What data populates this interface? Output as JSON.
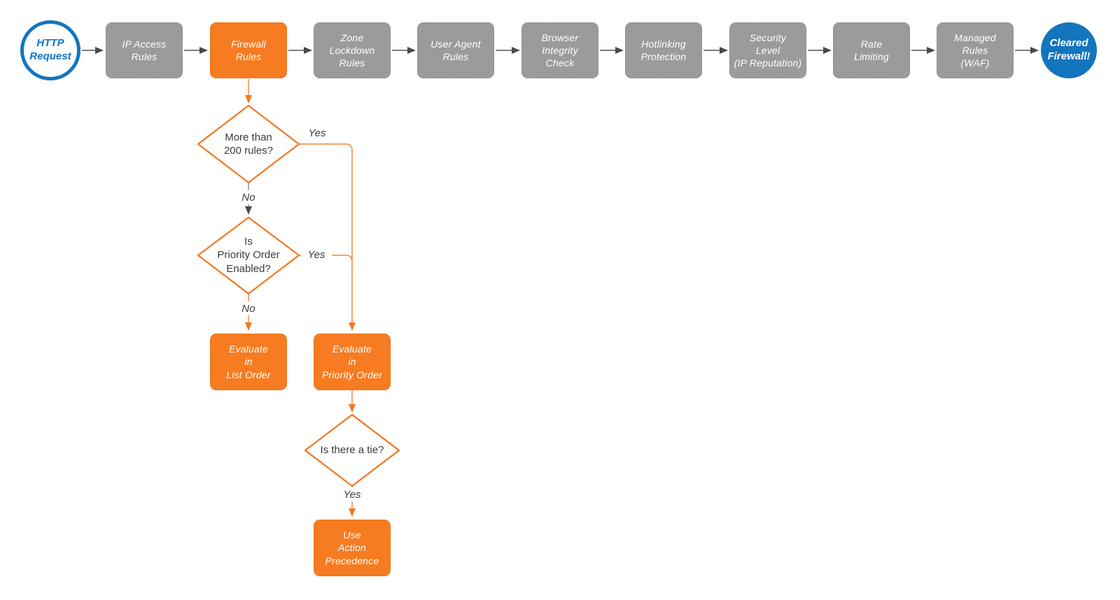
{
  "colors": {
    "blue": "#1375BD",
    "gray_box": "#9B9B9B",
    "orange": "#F77B21",
    "line_gray": "#4A4A4A",
    "line_orange": "#F5823A",
    "diamond_stroke": "#F4771F",
    "text_white": "#FFFFFF",
    "text_dark": "#3B3B3B"
  },
  "start": {
    "label": "HTTP\nRequest"
  },
  "pipeline": [
    {
      "label": "IP Access\nRules"
    },
    {
      "label": "Firewall\nRules"
    },
    {
      "label": "Zone\nLockdown\nRules"
    },
    {
      "label": "User Agent\nRules"
    },
    {
      "label": "Browser\nIntegrity\nCheck"
    },
    {
      "label": "Hotlinking\nProtection"
    },
    {
      "label": "Security\nLevel\n(IP Reputation)"
    },
    {
      "label": "Rate\nLimiting"
    },
    {
      "label": "Managed\nRules\n(WAF)"
    }
  ],
  "end": {
    "label": "Cleared\nFirewall!"
  },
  "decisions": {
    "rules200": {
      "label": "More than\n200 rules?",
      "yes": "Yes",
      "no": "No"
    },
    "priority": {
      "label": "Is\nPriority Order\nEnabled?",
      "yes": "Yes",
      "no": "No"
    },
    "tie": {
      "label": "Is there a tie?",
      "yes": "Yes"
    }
  },
  "actions": {
    "list_order": {
      "label": "Evaluate\nin\nList Order"
    },
    "priority_order": {
      "label": "Evaluate\nin\nPriority Order"
    },
    "action_precedence": {
      "label": "Use\nAction\nPrecedence"
    }
  }
}
